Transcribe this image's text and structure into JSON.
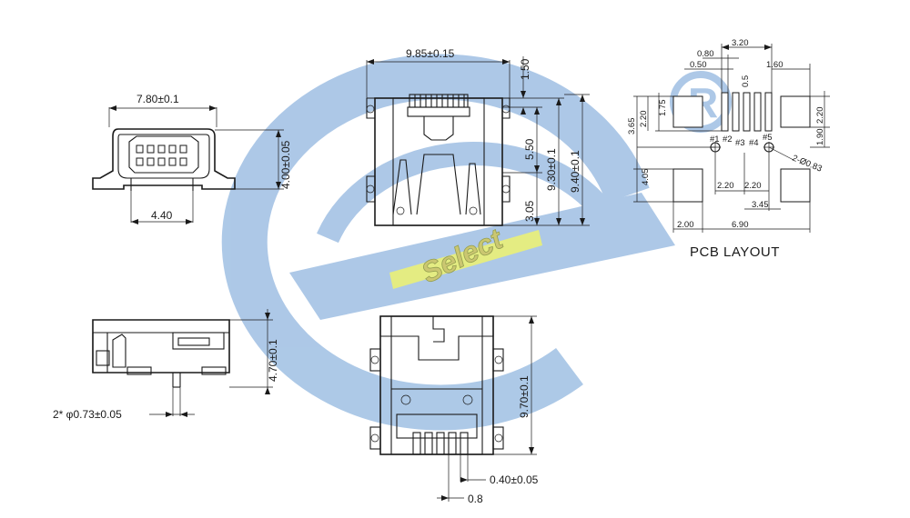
{
  "watermark": {
    "brand_text": "Select",
    "trademark": "R",
    "blue": "#a9c6e6",
    "yellow": "#e3ec7c"
  },
  "front_view": {
    "width_dim": "7.80±0.1",
    "height_dim": "4.00±0.05",
    "bottom_dim": "4.40"
  },
  "top_view": {
    "width_dim": "9.85±0.15",
    "dim_1_50": "1.50",
    "dim_5_50": "5.50",
    "dim_3_05": "3.05",
    "dim_9_30": "9.30±0.1",
    "dim_9_40": "9.40±0.1"
  },
  "side_view": {
    "height_dim": "4.70±0.1",
    "pin_dim": "2* φ0.73±0.05"
  },
  "bottom_view": {
    "height_dim": "9.70±0.1",
    "pin_width_dim": "0.40±0.05",
    "pitch_dim": "0.8"
  },
  "pcb_layout": {
    "title": "PCB LAYOUT",
    "dims": {
      "d320": "3.20",
      "d080": "0.80",
      "d050": "0.50",
      "d160": "1.60",
      "d365": "3.65",
      "d220a": "2.20",
      "d175": "1.75",
      "d220b": "2.20",
      "d190": "1.90",
      "d405": "4.05",
      "d220c": "2.20",
      "d220d": "2.20",
      "d345": "3.45",
      "d200": "2.00",
      "d690": "6.90",
      "hole": "2-Ø0.83",
      "d_small": "0.5"
    },
    "pins": [
      "#1",
      "#2",
      "#3",
      "#4",
      "#5"
    ]
  }
}
